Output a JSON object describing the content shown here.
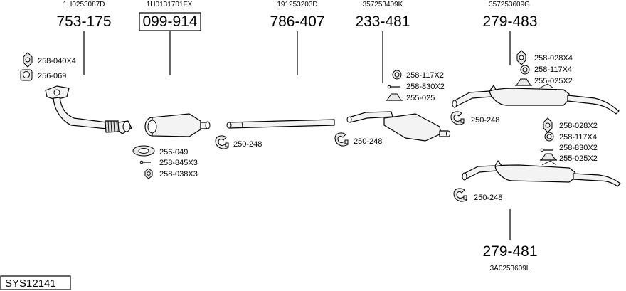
{
  "system_code": "SYS12141",
  "main_parts": [
    {
      "oem": "1H0253087D",
      "number": "753-175"
    },
    {
      "oem": "1H0131701FX",
      "number": "099-914"
    },
    {
      "oem": "191253203D",
      "number": "786-407"
    },
    {
      "oem": "357253409K",
      "number": "233-481"
    },
    {
      "oem": "357253609G",
      "number": "279-483"
    },
    {
      "oem": "3A0253609L",
      "number": "279-481"
    }
  ],
  "accessories": {
    "a0": "258-040X4",
    "a1": "256-069",
    "a2": "256-049",
    "a3": "258-845X3",
    "a4": "258-038X3",
    "a5": "250-248",
    "a6": "250-248",
    "a7": "258-117X2",
    "a8": "258-830X2",
    "a9": "255-025",
    "a10": "258-028X4",
    "a11": "258-117X4",
    "a12": "255-025X2",
    "a13": "250-248",
    "a14": "258-028X2",
    "a15": "258-117X4",
    "a16": "258-830X2",
    "a17": "255-025X2",
    "a18": "250-248"
  }
}
